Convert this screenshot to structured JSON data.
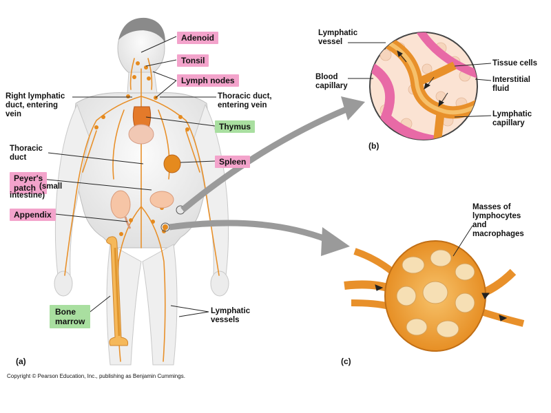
{
  "labels": {
    "adenoid": "Adenoid",
    "tonsil": "Tonsil",
    "lymph_nodes": "Lymph nodes",
    "right_lymphatic_duct": [
      "Right lymphatic",
      "duct, entering",
      "vein"
    ],
    "thoracic_duct_entering_vein": [
      "Thoracic duct,",
      "entering vein"
    ],
    "thymus": "Thymus",
    "thoracic_duct": [
      "Thoracic",
      "duct"
    ],
    "spleen": "Spleen",
    "peyers_patch": [
      "Peyer's",
      "patch"
    ],
    "peyers_patch_note": [
      "(small",
      "intestine)"
    ],
    "appendix": "Appendix",
    "bone_marrow": [
      "Bone",
      "marrow"
    ],
    "lymphatic_vessels": [
      "Lymphatic",
      "vessels"
    ],
    "lymphatic_vessel_b": [
      "Lymphatic",
      "vessel"
    ],
    "blood_capillary": [
      "Blood",
      "capillary"
    ],
    "tissue_cells": "Tissue cells",
    "interstitial_fluid": [
      "Interstitial",
      "fluid"
    ],
    "lymphatic_capillary": [
      "Lymphatic",
      "capillary"
    ],
    "masses": [
      "Masses of",
      "lymphocytes",
      "and",
      "macrophages"
    ]
  },
  "panels": {
    "a": "(a)",
    "b": "(b)",
    "c": "(c)"
  },
  "copyright": "Copyright © Pearson Education, Inc., publishing as Benjamin Cummings.",
  "colors": {
    "label_pink": "#f3a3cb",
    "label_green": "#a9dfa0",
    "lymph_orange": "#e8902a",
    "body_fill": "#f2f2f2",
    "arrow_gray": "#9a9a9a"
  }
}
